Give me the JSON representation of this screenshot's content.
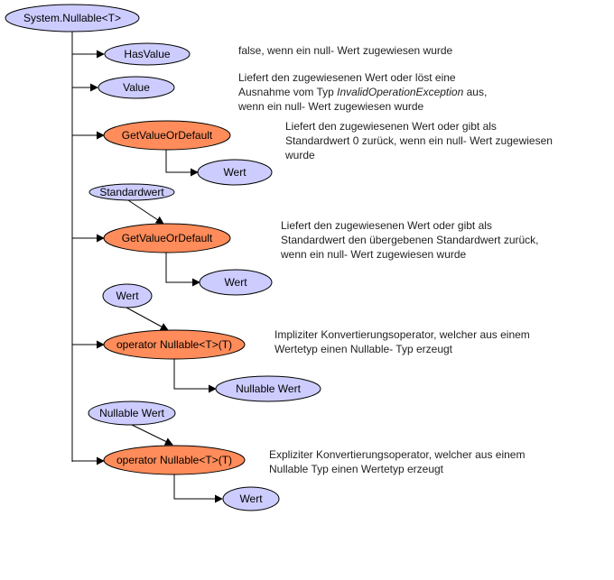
{
  "nodes": {
    "root": "System.Nullable<T>",
    "has_value": "HasValue",
    "value": "Value",
    "get_value_or_default_1": "GetValueOrDefault",
    "result_1": "Wert",
    "standardwert_param": "Standardwert",
    "get_value_or_default_2": "GetValueOrDefault",
    "result_2": "Wert",
    "wert_param": "Wert",
    "implicit_operator": "operator Nullable<T>(T)",
    "result_3": "Nullable Wert",
    "nullable_wert_param": "Nullable Wert",
    "explicit_operator": "operator Nullable<T>(T)",
    "result_4": "Wert"
  },
  "descriptions": {
    "has_value": [
      "false, wenn ein null- Wert zugewiesen wurde"
    ],
    "value": {
      "line1": "Liefert den zugewiesenen Wert oder löst eine",
      "line2_prefix": "Ausnahme vom Typ ",
      "line2_exception": "InvalidOperationException",
      "line2_suffix": " aus,",
      "line3": "wenn ein null- Wert zugewiesen wurde"
    },
    "get_value_or_default_1": [
      "Liefert den zugewiesenen Wert oder gibt als",
      "Standardwert 0 zurück, wenn ein null- Wert zugewiesen",
      "wurde"
    ],
    "get_value_or_default_2": [
      "Liefert den zugewiesenen Wert oder gibt als",
      "Standardwert den übergebenen Standardwert zurück,",
      "wenn ein null- Wert zugewiesen wurde"
    ],
    "implicit_operator": [
      "Impliziter Konvertierungsoperator, welcher aus einem",
      "Wertetyp einen Nullable- Typ erzeugt"
    ],
    "explicit_operator": [
      "Expliziter Konvertierungsoperator, welcher aus einem",
      "Nullable Typ einen Wertetyp erzeugt"
    ]
  },
  "colors": {
    "property_fill": "#ccccff",
    "method_fill": "#ff8c5a",
    "outline": "#000000",
    "text": "#000000"
  }
}
